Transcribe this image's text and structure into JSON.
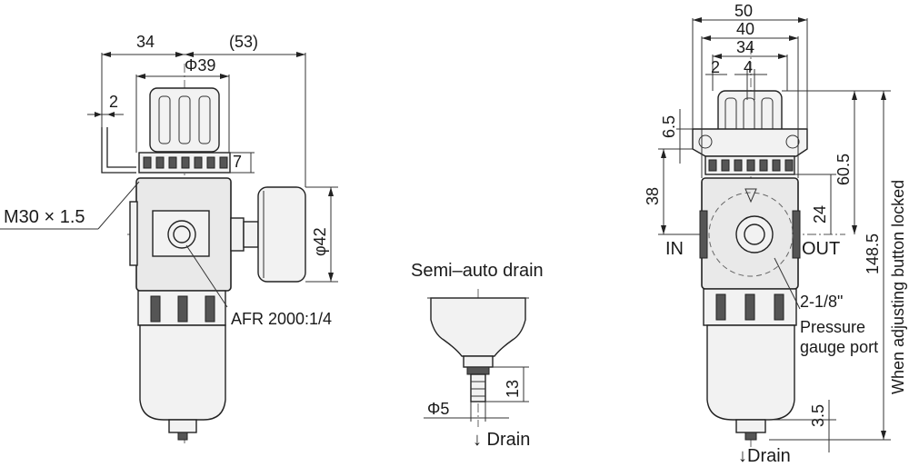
{
  "left_view": {
    "dims": {
      "d34": "34",
      "d53": "(53)",
      "d_phi39": "Φ39",
      "d2": "2",
      "d7": "7",
      "d_phi42": "φ42"
    },
    "labels": {
      "thread": "M30 × 1.5",
      "port": "AFR 2000:1/4"
    }
  },
  "center_view": {
    "title": "Semi–auto drain",
    "dims": {
      "d_phi5": "Φ5",
      "d13": "13"
    },
    "drain": "↓ Drain"
  },
  "right_view": {
    "dims": {
      "d50": "50",
      "d40": "40",
      "d34": "34",
      "d2": "2",
      "d4": "4",
      "d6_5": "6.5",
      "d38": "38",
      "d60_5": "60.5",
      "d24": "24",
      "d148_5": "148.5",
      "d3_5": "3.5"
    },
    "labels": {
      "in": "IN",
      "out": "OUT",
      "gauge_thread": "2-1/8\"",
      "gauge_port_1": "Pressure",
      "gauge_port_2": "gauge port",
      "locked_note": "When adjusting button locked",
      "drain": "↓Drain"
    }
  }
}
